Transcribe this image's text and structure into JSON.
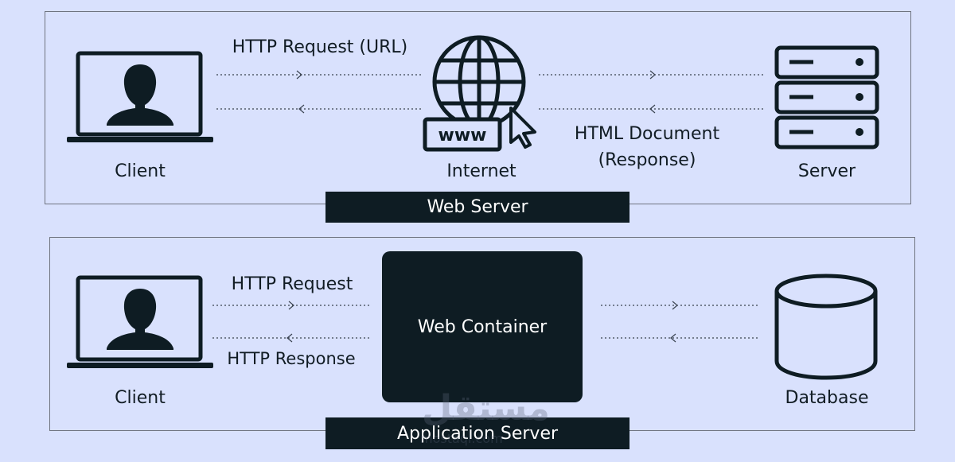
{
  "web_server": {
    "banner": "Web Server",
    "client_label": "Client",
    "internet_label": "Internet",
    "server_label": "Server",
    "request_label": "HTTP Request (URL)",
    "response_label_line1": "HTML Document",
    "response_label_line2": "(Response)",
    "www_text": "www"
  },
  "app_server": {
    "banner": "Application Server",
    "client_label": "Client",
    "container_label": "Web Container",
    "database_label": "Database",
    "request_label": "HTTP Request",
    "response_label": "HTTP Response"
  },
  "watermark": {
    "arabic": "مستقل",
    "latin": "mostaql.com"
  },
  "colors": {
    "background": "#d9e1fd",
    "dark": "#0e1c23",
    "border": "#6f7480"
  },
  "icons": {
    "client": "laptop-user-icon",
    "internet": "globe-www-icon",
    "server": "server-rack-icon",
    "database": "database-cylinder-icon"
  }
}
